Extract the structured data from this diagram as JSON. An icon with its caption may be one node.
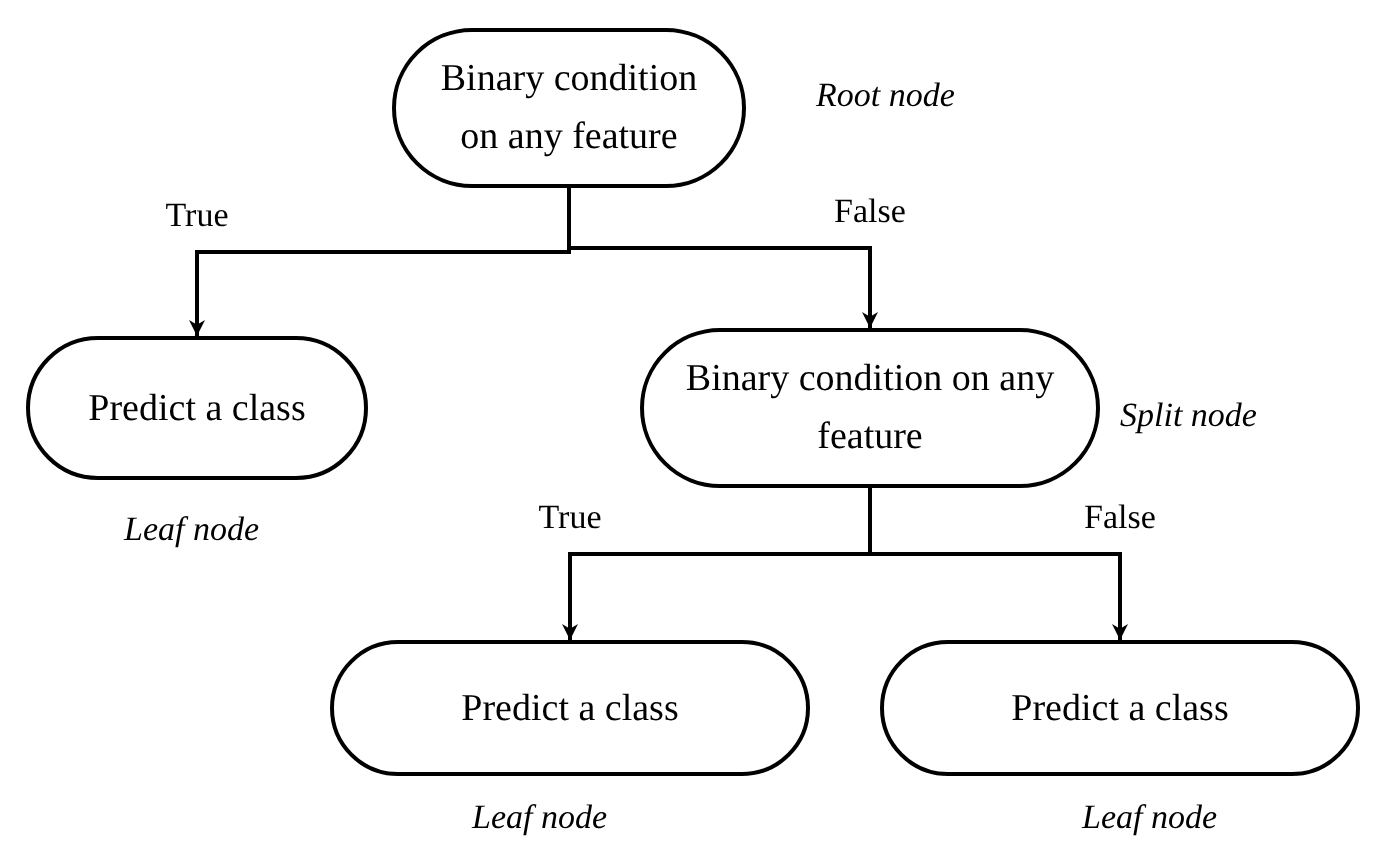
{
  "diagram": {
    "nodes": [
      {
        "text": [
          "Binary condition on any feature"
        ],
        "beside": [
          "Root node"
        ]
      },
      {
        "text": [
          "Predict a class"
        ],
        "beside": [
          "Leaf node"
        ]
      },
      {
        "text": [
          "Binary condition on any feature"
        ],
        "beside": [
          "Split node"
        ]
      },
      {
        "text": [
          "Predict a class"
        ],
        "beside": [
          "Leaf node"
        ]
      },
      {
        "text": [
          "Predict a class"
        ],
        "beside": [
          "Leaf node"
        ]
      }
    ],
    "edges": [
      {
        "from": 0,
        "to": 1,
        "arrow": "to",
        "label": "True"
      },
      {
        "from": 0,
        "to": 2,
        "arrow": "to",
        "label": "False"
      },
      {
        "from": 2,
        "to": 3,
        "arrow": "to",
        "label": "True"
      },
      {
        "from": 2,
        "to": 4,
        "arrow": "to",
        "label": "False"
      }
    ]
  }
}
